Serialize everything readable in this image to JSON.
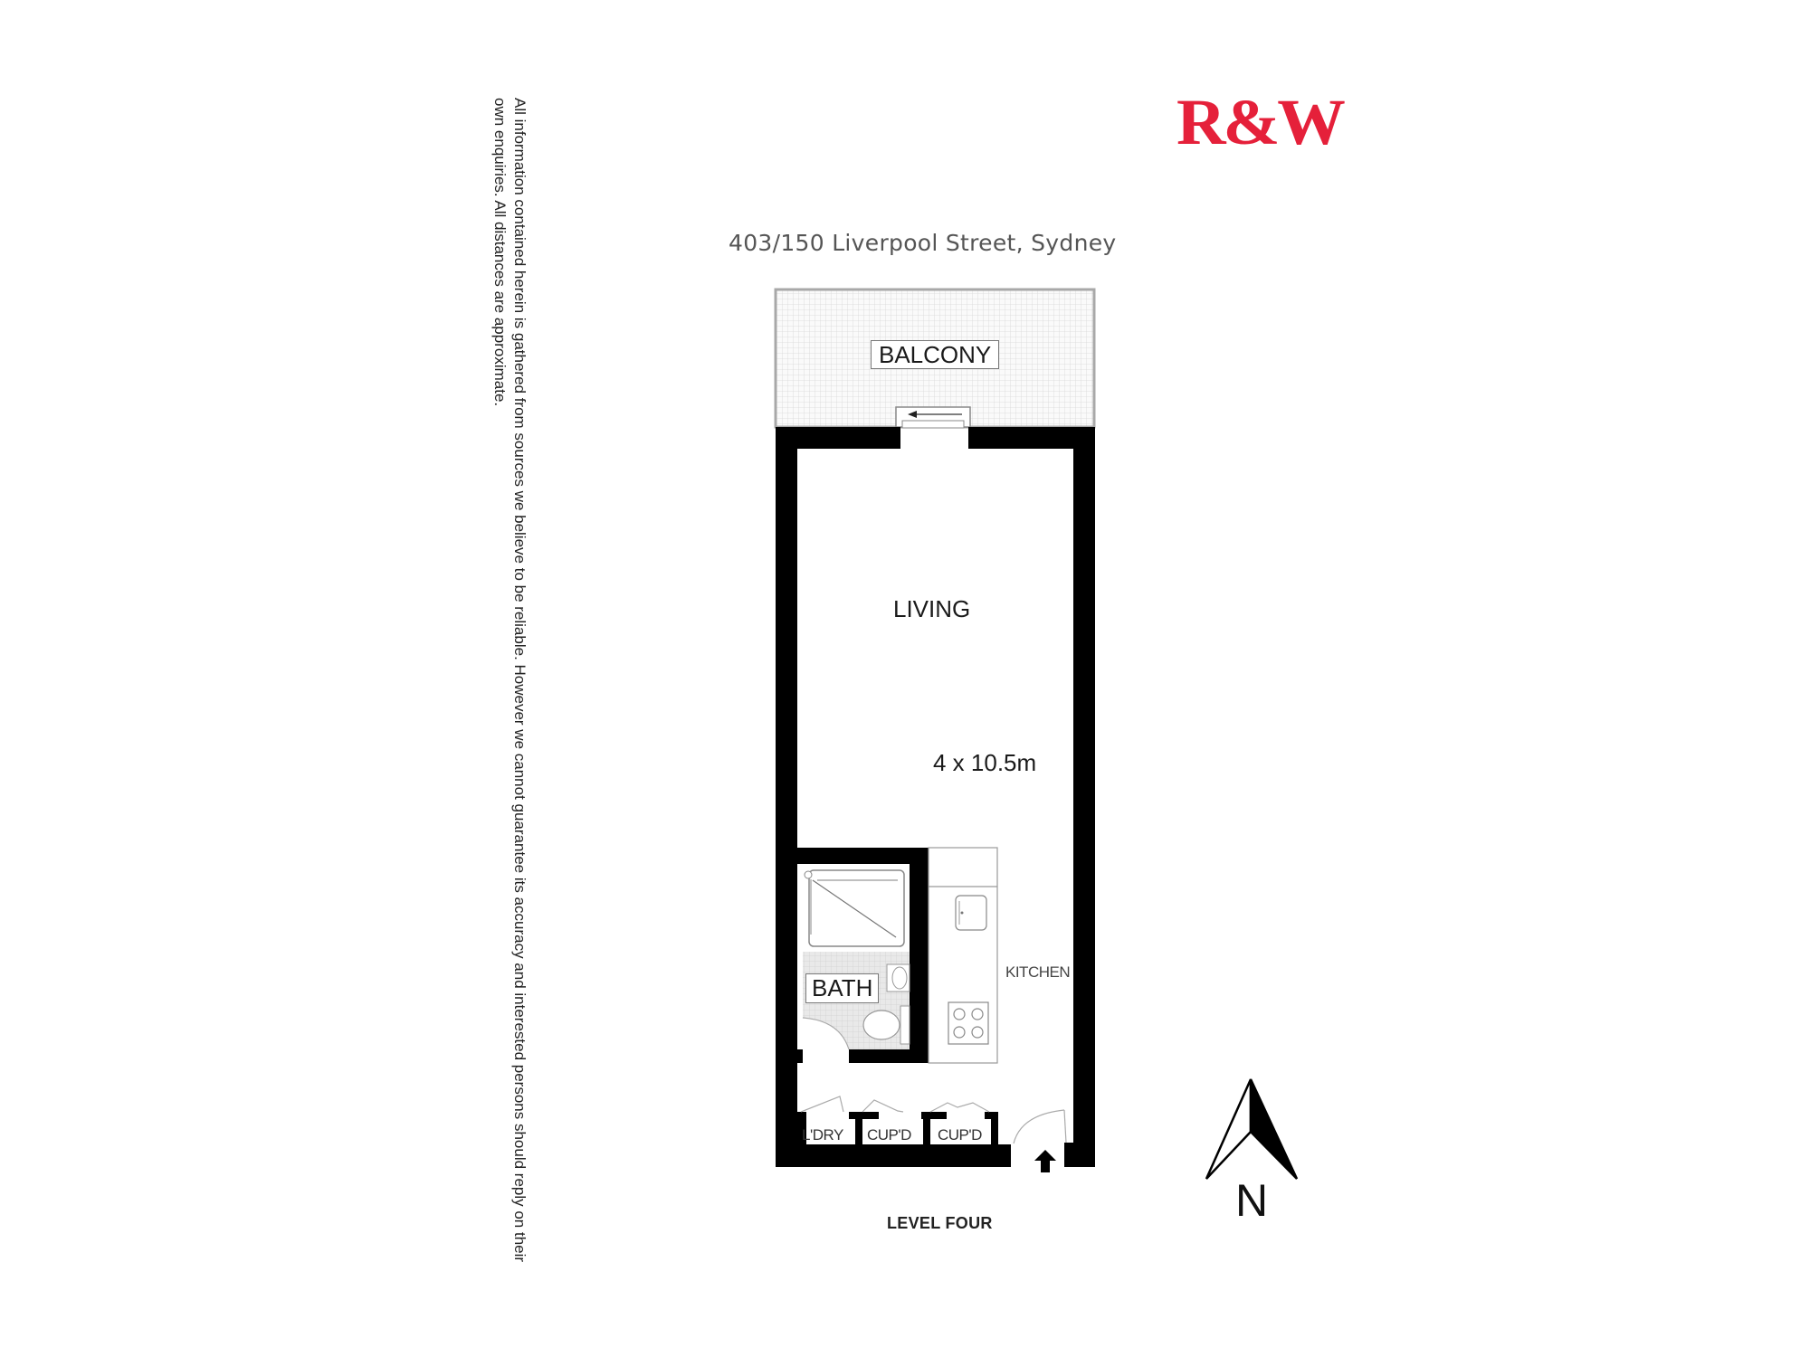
{
  "brand": {
    "logo_text": "R&W",
    "color": "#e5203a"
  },
  "header": {
    "address": "403/150 Liverpool Street, Sydney"
  },
  "disclaimer": {
    "text": "All information contained herein is gathered from sources we believe to be reliable. However we cannot guarantee its accuracy and interested persons should reply on their own enquiries. All distances are approximate."
  },
  "floorplan": {
    "rooms": {
      "balcony": "BALCONY",
      "living": "LIVING",
      "living_dimensions": "4 x 10.5m",
      "kitchen": "KITCHEN",
      "bath": "BATH",
      "laundry": "L'DRY",
      "cupboard_1": "CUP'D",
      "cupboard_2": "CUP'D"
    },
    "level": "LEVEL FOUR",
    "compass": {
      "label": "N",
      "icon": "north-arrow-icon"
    },
    "entry_icon": "entry-arrow-icon",
    "colors": {
      "wall": "#000000",
      "bath_floor": "#e6e6e6",
      "balcony_floor": "#f4f4f4",
      "fixture_line": "#8a8a8a"
    }
  }
}
